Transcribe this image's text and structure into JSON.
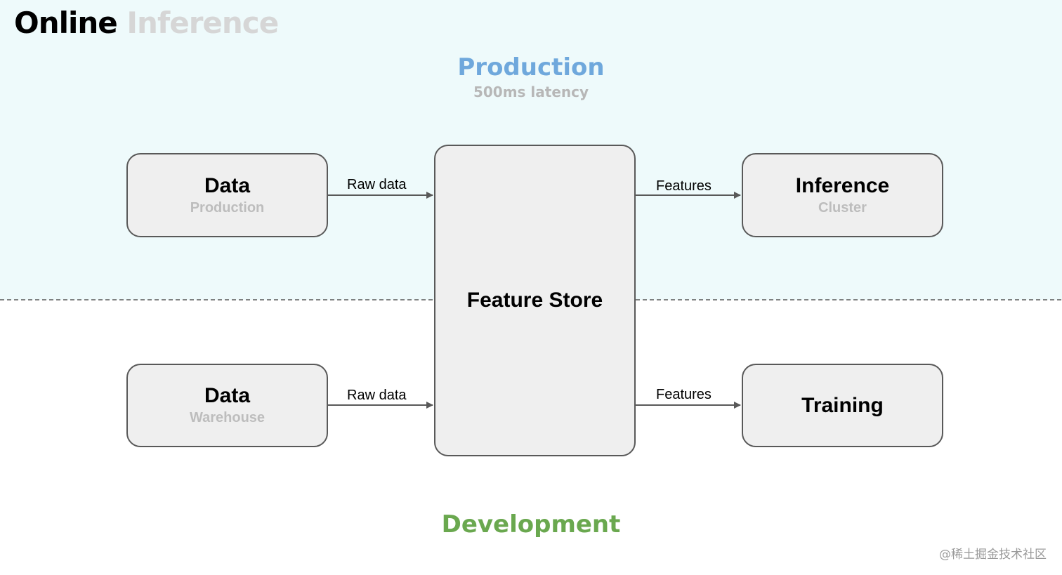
{
  "title": {
    "word1": "Online",
    "word2": "Inference"
  },
  "production": {
    "title": "Production",
    "subtitle": "500ms latency"
  },
  "development": {
    "title": "Development"
  },
  "boxes": {
    "data_production": {
      "title": "Data",
      "subtitle": "Production"
    },
    "data_warehouse": {
      "title": "Data",
      "subtitle": "Warehouse"
    },
    "feature_store": {
      "title": "Feature Store"
    },
    "inference_cluster": {
      "title": "Inference",
      "subtitle": "Cluster"
    },
    "training": {
      "title": "Training"
    }
  },
  "edges": {
    "raw_data_top": "Raw data",
    "raw_data_bottom": "Raw data",
    "features_top": "Features",
    "features_bottom": "Features"
  },
  "watermark": "@稀土掘金技术社区"
}
